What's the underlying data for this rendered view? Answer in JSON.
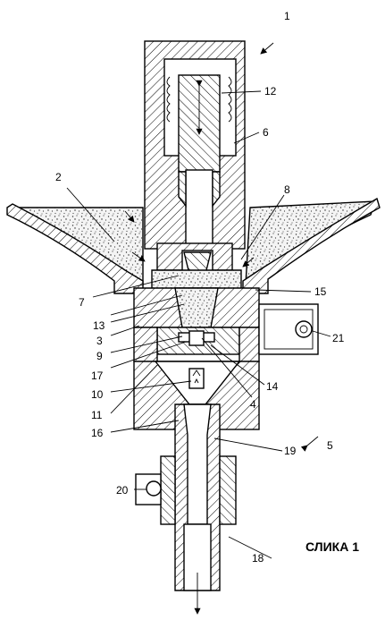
{
  "figure": {
    "caption": "СЛИКА 1",
    "labels": [
      {
        "id": "l1",
        "text": "1"
      },
      {
        "id": "l2",
        "text": "2"
      },
      {
        "id": "l3",
        "text": "3"
      },
      {
        "id": "l4",
        "text": "4"
      },
      {
        "id": "l5",
        "text": "5"
      },
      {
        "id": "l6",
        "text": "6"
      },
      {
        "id": "l7",
        "text": "7"
      },
      {
        "id": "l8",
        "text": "8"
      },
      {
        "id": "l9",
        "text": "9"
      },
      {
        "id": "l10",
        "text": "10"
      },
      {
        "id": "l11",
        "text": "11"
      },
      {
        "id": "l12",
        "text": "12"
      },
      {
        "id": "l13",
        "text": "13"
      },
      {
        "id": "l14",
        "text": "14"
      },
      {
        "id": "l15",
        "text": "15"
      },
      {
        "id": "l16",
        "text": "16"
      },
      {
        "id": "l17",
        "text": "17"
      },
      {
        "id": "l18",
        "text": "18"
      },
      {
        "id": "l19",
        "text": "19"
      },
      {
        "id": "l20",
        "text": "20"
      },
      {
        "id": "l21",
        "text": "21"
      }
    ]
  }
}
